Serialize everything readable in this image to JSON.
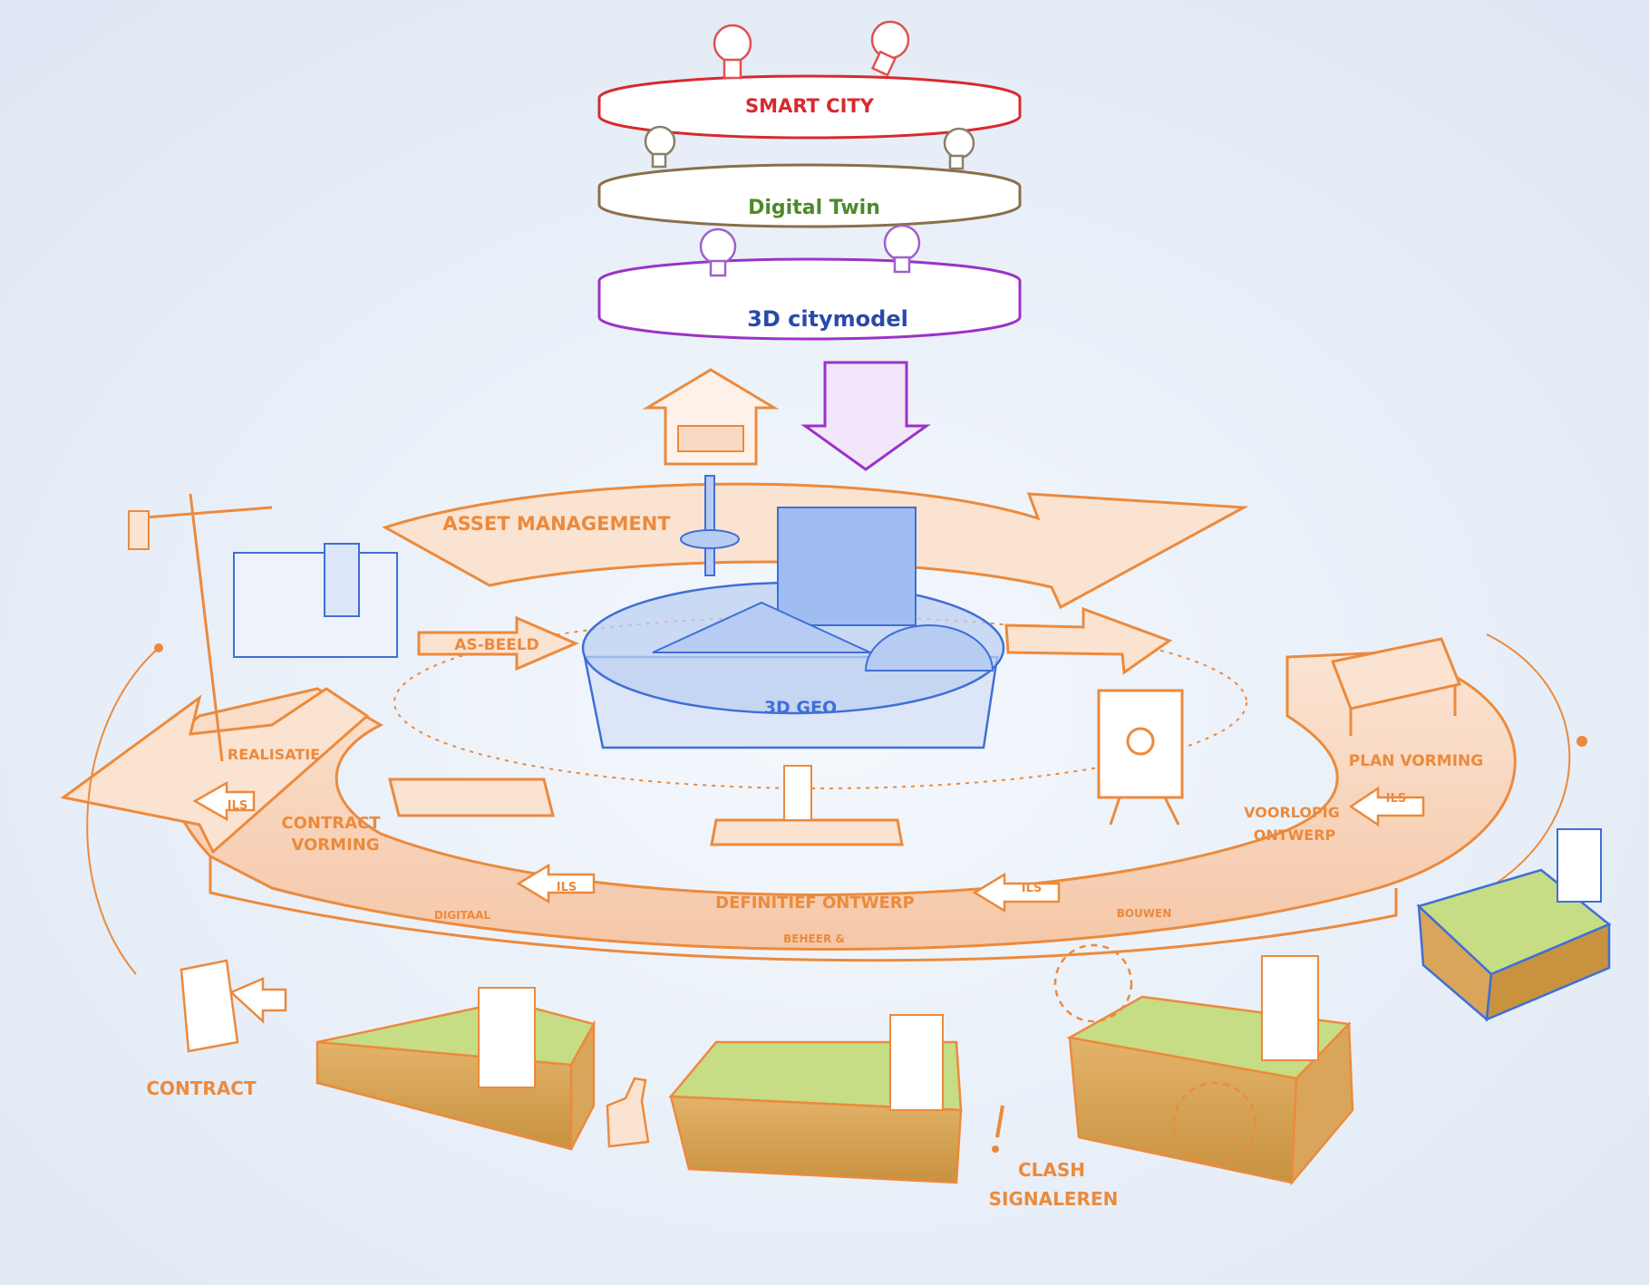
{
  "layers": {
    "smart_city": "SMART CITY",
    "digital_twin": "Digital Twin",
    "citymodel": "3D citymodel"
  },
  "ring": {
    "asset_management": "ASSET MANAGEMENT",
    "as_beeld": "AS-BEELD",
    "center": "3D GEO",
    "realisatie": "REALISATIE",
    "contract_vorming": [
      "CONTRACT",
      "VORMING"
    ],
    "definitief_ontwerp": "DEFINITIEF ONTWERP",
    "voorlopig_ontwerp": [
      "VOORLOPIG",
      "ONTWERP"
    ],
    "plan_vorming": "PLAN VORMING",
    "ils": "ILS",
    "digitaal": "DIGITAAL",
    "beheer": "BEHEER &",
    "bouwen": "BOUWEN"
  },
  "bottom": {
    "contract": "CONTRACT",
    "clash": [
      "CLASH",
      "SIGNALEREN"
    ]
  },
  "colors": {
    "background": "#e9f0f9",
    "orange": "#ec8a3c",
    "ring_fill": "#f8d9c4",
    "smart_city_red": "#d8292f",
    "digital_twin_brown": "#8a6f4a",
    "digital_twin_green": "#4d8a2a",
    "citymodel_purple": "#9b32c8",
    "citymodel_blue": "#2a4aa8",
    "geo_blue": "#3f6fd6"
  }
}
